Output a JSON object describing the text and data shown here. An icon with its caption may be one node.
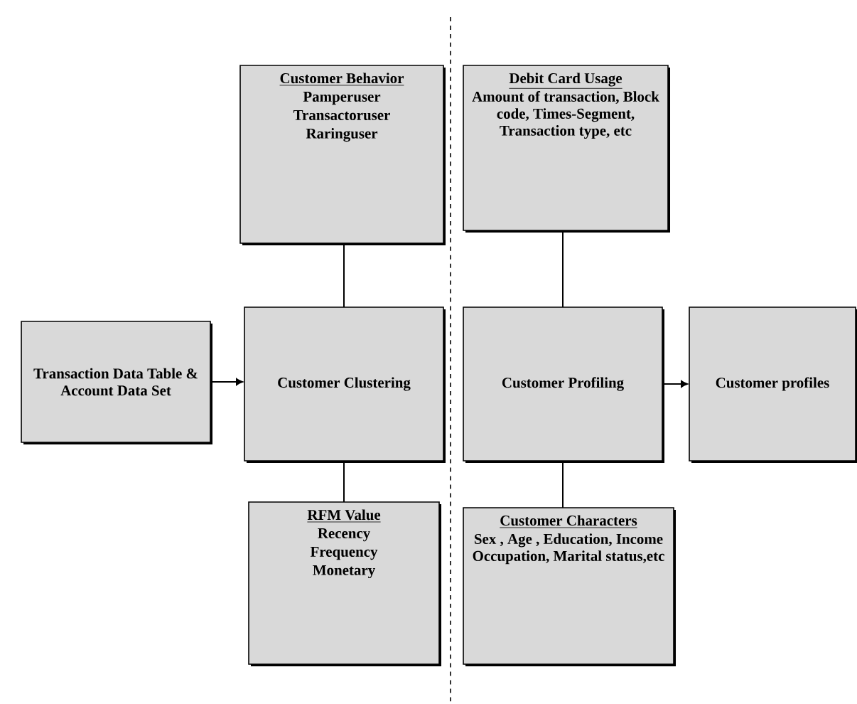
{
  "diagram": {
    "nodes": [
      {
        "text": [
          "Customer Behavior",
          "Pamperuser",
          "Transactoruser",
          "Raringuser"
        ]
      },
      {
        "text": [
          "Debit Card Usage",
          "Amount of transaction, Block code, Times-Segment, Transaction type, etc"
        ]
      },
      {
        "text": [
          "Transaction Data Table & Account Data Set"
        ]
      },
      {
        "text": [
          "Customer Clustering"
        ]
      },
      {
        "text": [
          "Customer Profiling"
        ]
      },
      {
        "text": [
          "Customer profiles"
        ]
      },
      {
        "text": [
          "RFM Value",
          "Recency",
          "Frequency",
          "Monetary"
        ]
      },
      {
        "text": [
          "Customer Characters",
          "Sex , Age , Education, Income Occupation, Marital status,etc"
        ]
      }
    ],
    "edges": [
      {
        "from": 0,
        "to": 3,
        "arrow": "none"
      },
      {
        "from": 1,
        "to": 4,
        "arrow": "none"
      },
      {
        "from": 2,
        "to": 3,
        "arrow": "to"
      },
      {
        "from": 3,
        "to": 6,
        "arrow": "none"
      },
      {
        "from": 4,
        "to": 7,
        "arrow": "none"
      },
      {
        "from": 4,
        "to": 5,
        "arrow": "to"
      }
    ]
  }
}
